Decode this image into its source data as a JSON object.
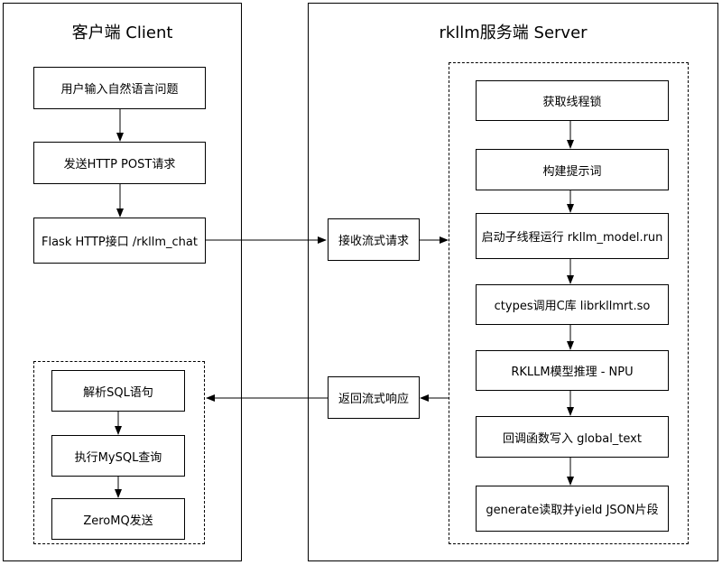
{
  "client": {
    "title": "客户端 Client",
    "steps": [
      "用户输入自然语言问题",
      "发送HTTP POST请求",
      "Flask HTTP接口 /rkllm_chat"
    ],
    "handlers": [
      "解析SQL语句",
      "执行MySQL查询",
      "ZeroMQ发送"
    ]
  },
  "middle": {
    "receive": "接收流式请求",
    "respond": "返回流式响应"
  },
  "server": {
    "title": "rkllm服务端 Server",
    "steps": [
      "获取线程锁",
      "构建提示词",
      "启动子线程运行 rkllm_model.run",
      "ctypes调用C库 librkllmrt.so",
      "RKLLM模型推理 - NPU",
      "回调函数写入 global_text",
      "generate读取并yield JSON片段"
    ]
  }
}
